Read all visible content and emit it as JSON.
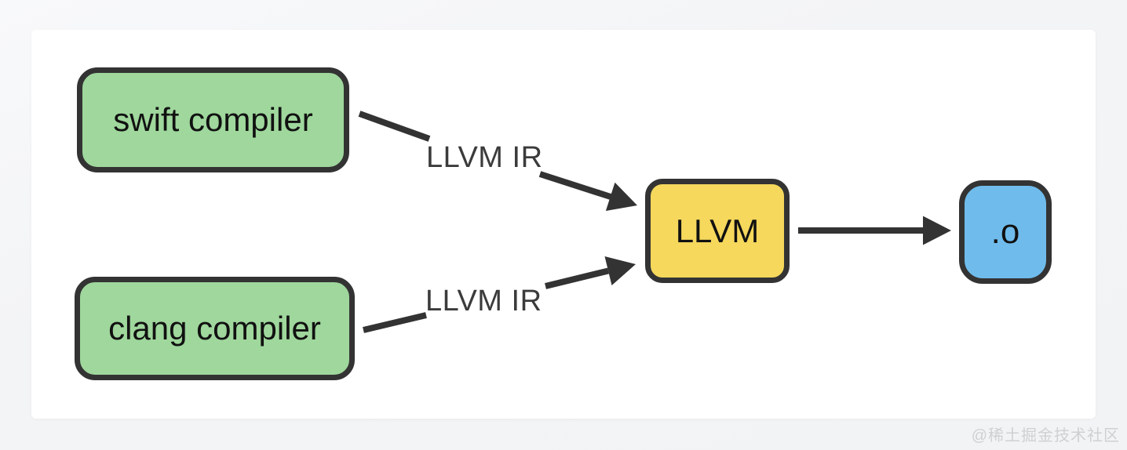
{
  "canvas": {
    "background_color": "#f3f4f6",
    "card_background": "#ffffff"
  },
  "diagram": {
    "arrow_color": "#333333",
    "edge_label_color": "#3b3b3b",
    "node_border_color": "#333333",
    "nodes": [
      {
        "id": "swift-compiler",
        "label": "swift compiler",
        "fill": "#9fd79c"
      },
      {
        "id": "clang-compiler",
        "label": "clang compiler",
        "fill": "#9fd79c"
      },
      {
        "id": "llvm",
        "label": "LLVM",
        "fill": "#f5d85c"
      },
      {
        "id": "object-file",
        "label": ".o",
        "fill": "#6fbcec"
      }
    ],
    "edges": [
      {
        "from": "swift-compiler",
        "to": "llvm",
        "label": "LLVM IR"
      },
      {
        "from": "clang-compiler",
        "to": "llvm",
        "label": "LLVM IR"
      },
      {
        "from": "llvm",
        "to": "object-file",
        "label": ""
      }
    ]
  },
  "watermark": {
    "text": "@稀土掘金技术社区",
    "color": "#cfd0d1"
  }
}
